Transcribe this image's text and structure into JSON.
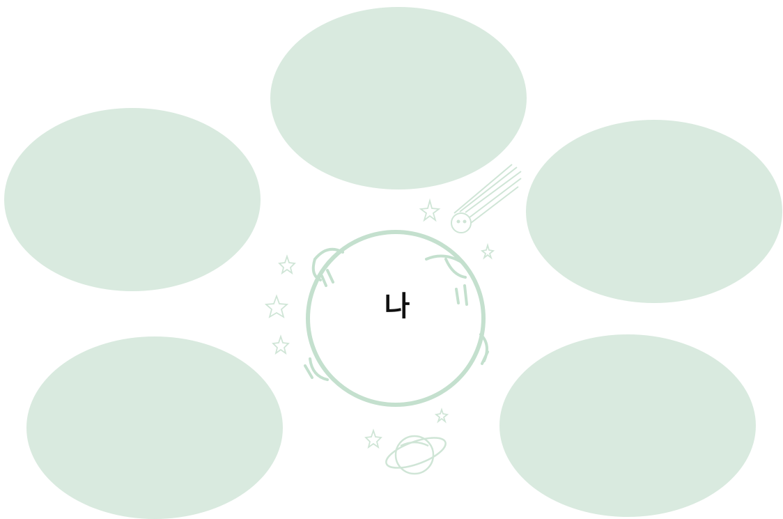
{
  "center": {
    "label": "나"
  },
  "bubbles": [
    {
      "id": "top",
      "text": ""
    },
    {
      "id": "left",
      "text": ""
    },
    {
      "id": "right",
      "text": ""
    },
    {
      "id": "bottom-left",
      "text": ""
    },
    {
      "id": "bottom-right",
      "text": ""
    }
  ],
  "colors": {
    "bubble_fill": "#d9eadf",
    "line": "#cfe5d6",
    "accent_line": "#bcdcc8"
  },
  "icons": [
    "planet-icon",
    "comet-icon",
    "star-icon"
  ]
}
